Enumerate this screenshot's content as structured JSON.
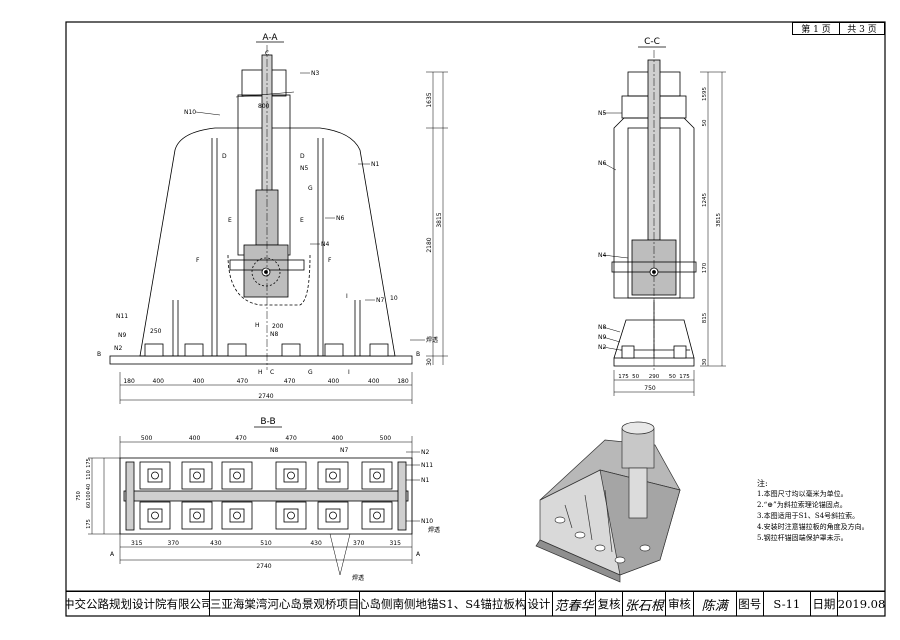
{
  "page": {
    "of_page": "第 1 页",
    "total_pages": "共 3 页"
  },
  "views": {
    "aa": "A-A",
    "cc": "C-C",
    "bb": "B-B"
  },
  "notes": {
    "title": "注:",
    "items": [
      "1.本图尺寸均以毫米为单位。",
      "2.“⊕”为斜拉索理论锚固点。",
      "3.本图适用于S1、S4号斜拉索。",
      "4.安装时注意锚拉板的角度及方向。",
      "5.钢拉杆锚固端保护罩未示。"
    ]
  },
  "title_block": {
    "company": "中交公路规划设计院有限公司",
    "project": "三亚海棠湾河心岛景观桥项目",
    "drawing": "河心岛侧南侧地锚S1、S4锚拉板构造",
    "design_label": "设计",
    "design_sig": "范春华",
    "check_label": "复核",
    "check_sig": "张石根",
    "review_label": "审核",
    "review_sig": "陈满",
    "num_label": "图号",
    "num_value": "S-11",
    "date_label": "日期",
    "date_value": "2019.08"
  },
  "labels": {
    "n1": "N1",
    "n2": "N2",
    "n3": "N3",
    "n4": "N4",
    "n5": "N5",
    "n6": "N6",
    "n7": "N7",
    "n8": "N8",
    "n9": "N9",
    "n10": "N10",
    "n11": "N11",
    "weld": "焊透",
    "sec_c": "C",
    "sec_d": "D",
    "sec_e": "E",
    "sec_f": "F",
    "sec_g": "G",
    "sec_h": "H",
    "sec_i": "I",
    "sec_b": "B",
    "sec_a": "A"
  },
  "dims": {
    "aa_bottom": [
      "180",
      "400",
      "400",
      "470",
      "470",
      "400",
      "400",
      "180"
    ],
    "aa_total": "2740",
    "aa_right": [
      "1635",
      "2180",
      "3815",
      "30"
    ],
    "aa_800": "800",
    "aa_250": "250",
    "aa_200": "200",
    "aa_10": "10",
    "cc_right": [
      "1595",
      "50",
      "1245",
      "170",
      "815",
      "30",
      "3815"
    ],
    "cc_bottom": [
      "175",
      "50",
      "290",
      "50",
      "175"
    ],
    "cc_total": "750",
    "bb_top": [
      "500",
      "400",
      "470",
      "470",
      "400",
      "500"
    ],
    "bb_bottom": [
      "315",
      "370",
      "430",
      "510",
      "430",
      "370",
      "315"
    ],
    "bb_total": "2740",
    "bb_left": [
      "175",
      "110",
      "40",
      "100",
      "60",
      "175",
      "750"
    ]
  }
}
